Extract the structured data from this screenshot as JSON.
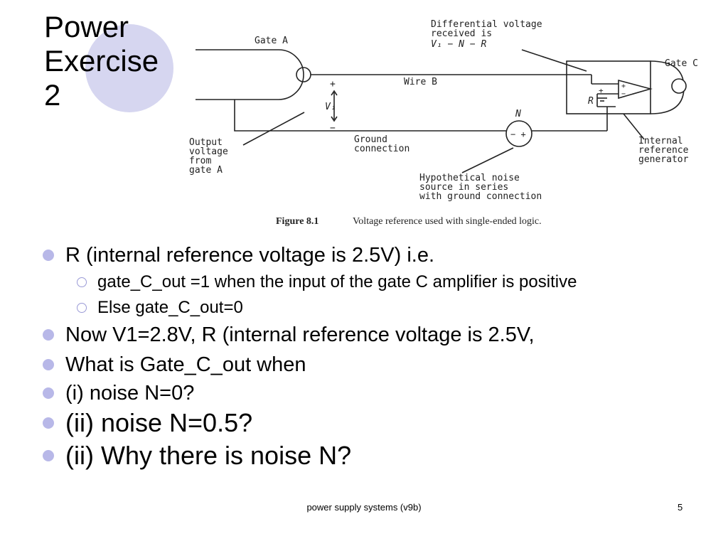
{
  "slide": {
    "title_lines": [
      "Power",
      "Exercise",
      "2"
    ],
    "figure": {
      "caption_bold": "Figure 8.1",
      "caption_text": "Voltage reference used with single-ended logic.",
      "labels": {
        "gate_a": "Gate A",
        "gate_c": "Gate C",
        "wire_b": "Wire B",
        "diff_voltage_1": "Differential voltage",
        "diff_voltage_2": "received is",
        "diff_voltage_3": "V₁ − N − R",
        "v1": "V₁",
        "plus": "+",
        "minus": "−",
        "r": "R",
        "n": "N",
        "noise_source_symbol": "− +",
        "output_1": "Output",
        "output_2": "voltage",
        "output_3": "from",
        "output_4": "gate A",
        "ground_1": "Ground",
        "ground_2": "connection",
        "internal_1": "Internal",
        "internal_2": "reference",
        "internal_3": "generator",
        "noise_1": "Hypothetical noise",
        "noise_2": "source in series",
        "noise_3": "with ground connection"
      }
    },
    "bullets": [
      {
        "level": 1,
        "size": "m",
        "text": "R (internal reference voltage is 2.5V) i.e."
      },
      {
        "level": 2,
        "size": "s",
        "text": "gate_C_out =1 when the input of the gate C amplifier is positive"
      },
      {
        "level": 2,
        "size": "s",
        "text": "Else gate_C_out=0"
      },
      {
        "level": 1,
        "size": "m",
        "text": "Now V1=2.8V, R (internal reference voltage is 2.5V,"
      },
      {
        "level": 1,
        "size": "m",
        "text": "What is Gate_C_out when"
      },
      {
        "level": 1,
        "size": "m",
        "text": "(i) noise N=0?"
      },
      {
        "level": 1,
        "size": "l",
        "text": "(ii) noise N=0.5?"
      },
      {
        "level": 1,
        "size": "l",
        "text": "(ii) Why there is noise N?"
      }
    ],
    "footer": {
      "center": "power supply systems (v9b)",
      "page_number": "5"
    },
    "colors": {
      "accent_circle": "#d6d6f0",
      "bullet": "#b8b8e8"
    }
  }
}
